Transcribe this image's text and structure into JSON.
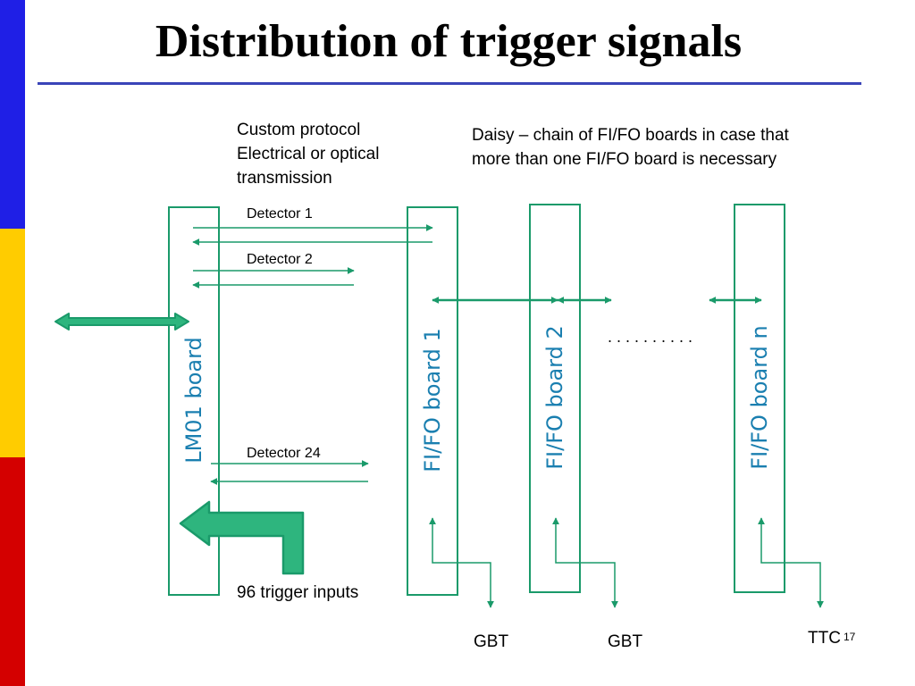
{
  "title": "Distribution of trigger signals",
  "notes": {
    "custom_protocol": [
      "Custom protocol",
      "Electrical or optical",
      "transmission"
    ],
    "daisy_chain": [
      "Daisy – chain of FI/FO boards in case that",
      "more than one FI/FO board is necessary"
    ]
  },
  "boards": {
    "lm01": "LM01 board",
    "fifo1": "FI/FO board 1",
    "fifo2": "FI/FO board 2",
    "fifon": "FI/FO board n"
  },
  "detectors": {
    "d1": "Detector 1",
    "d2": "Detector 2",
    "d24": "Detector 24"
  },
  "ellipsis": ". . . . . . . . . .",
  "trigger_inputs": "96 trigger inputs",
  "outputs": {
    "gbt1": "GBT",
    "gbt2": "GBT",
    "ttc": "TTC"
  },
  "page_number": "17",
  "colors": {
    "accent": "#1a9a6a",
    "big_arrow": "#2eb57e",
    "rule": "#3a44b8",
    "vertical_text": "#1a7fb0",
    "stripe_blue": "#1f1fe6",
    "stripe_yellow": "#ffcc00",
    "stripe_red": "#d40000"
  }
}
